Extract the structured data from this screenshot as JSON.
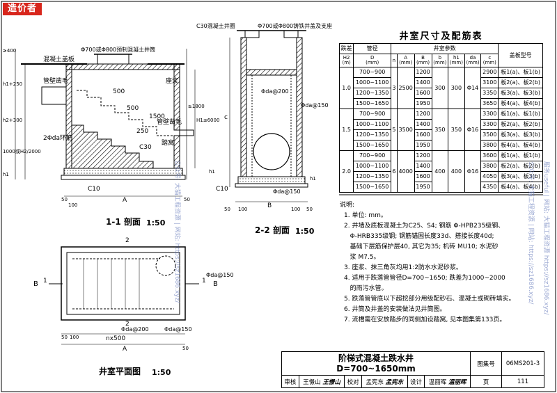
{
  "logo": "造价者",
  "sections": {
    "s11_title": "1-1 剖面",
    "s11_scale": "1:50",
    "s22_title": "2-2 剖面",
    "s22_scale": "1:50",
    "plan_title": "井室平面图",
    "plan_scale": "1:50"
  },
  "s11_labels": {
    "cover": "混凝土盖板",
    "pipe_label": "Φ700或Φ800预制混凝土井筒",
    "dim_400": "≥400",
    "dim_250": "h1+250",
    "dim_300": "h2+300",
    "dim_h2": "1000或H2/2000",
    "dim_h1": "h1",
    "dim_h1b": "≥1800",
    "dim_h1c": "H1≤6000",
    "dim_500a": "500",
    "dim_500b": "500",
    "dim_1500": "1500",
    "dim_250b": "250",
    "dim_c30": "C30",
    "inlet_pipe": "管壁凿毛",
    "outlet_pipe": "管壁凿毛",
    "seat": "座浆",
    "ring": "2Φda环筋",
    "base": "C10",
    "bottom_dim": "A",
    "dim_50": "50",
    "dim_100": "100",
    "dim_50b": "50",
    "dim_h1d": "h1",
    "paving": "踏窝"
  },
  "s22_labels": {
    "c30": "C30混凝土井圈",
    "frame": "Φ700或Φ800铸铁井盖及支座",
    "da200": "Φda@200",
    "da150": "Φda@150",
    "da150b": "Φda@150",
    "c_dim": "c",
    "c10": "C10",
    "b_dim": "B",
    "dim_50": "50",
    "dim_100": "100",
    "dim_100b": "100",
    "dim_50b": "50",
    "h1": "h1"
  },
  "plan_labels": {
    "label_1a": "1",
    "label_1b": "1",
    "label_2a": "2",
    "label_2b": "2",
    "b_left": "B",
    "b_right": "B",
    "da150": "Φda@150",
    "da200": "Φda@200",
    "da150b": "Φda@150",
    "dim_50": "50",
    "dim_100": "100",
    "dim_nx500": "nx500",
    "dim_a": "A",
    "dim_50b": "50"
  },
  "spec_table": {
    "title": "井室尺寸及配筋表",
    "headers": [
      "跌差",
      "管径",
      "井室参数",
      "盖板型号"
    ],
    "subheaders": [
      "H2\n(m)",
      "D\n(mm)",
      "n",
      "A\n(mm)",
      "B\n(mm)",
      "b\n(mm)",
      "h1\n(mm)",
      "da\n(mm)",
      "c\n(mm)"
    ],
    "groups": [
      {
        "h2": "1.0",
        "n": "3",
        "a": "2500",
        "b": "300",
        "h1": "300",
        "da": "Φ14",
        "rows": [
          {
            "d": "700~900",
            "bb": "1200",
            "c": "2900",
            "cover": "板1(a)、板1(b)"
          },
          {
            "d": "1000~1100",
            "bb": "1400",
            "c": "3100",
            "cover": "板2(a)、板2(b)"
          },
          {
            "d": "1200~1350",
            "bb": "1600",
            "c": "3350",
            "cover": "板3(a)、板3(b)"
          },
          {
            "d": "1500~1650",
            "bb": "1950",
            "c": "3650",
            "cover": "板4(a)、板4(b)"
          }
        ]
      },
      {
        "h2": "1.5",
        "n": "5",
        "a": "3500",
        "b": "350",
        "h1": "350",
        "da": "Φ16",
        "rows": [
          {
            "d": "700~900",
            "bb": "1200",
            "c": "3300",
            "cover": "板1(a)、板1(b)"
          },
          {
            "d": "1000~1100",
            "bb": "1400",
            "c": "3300",
            "cover": "板2(a)、板2(b)"
          },
          {
            "d": "1200~1350",
            "bb": "1600",
            "c": "3500",
            "cover": "板3(a)、板3(b)"
          },
          {
            "d": "1500~1650",
            "bb": "1950",
            "c": "3800",
            "cover": "板4(a)、板4(b)"
          }
        ]
      },
      {
        "h2": "2.0",
        "n": "6",
        "a": "4000",
        "b": "400",
        "h1": "400",
        "da": "Φ16",
        "rows": [
          {
            "d": "700~900",
            "bb": "1200",
            "c": "3600",
            "cover": "板1(a)、板1(b)"
          },
          {
            "d": "1000~1100",
            "bb": "1400",
            "c": "3800",
            "cover": "板2(a)、板2(b)"
          },
          {
            "d": "1200~1350",
            "bb": "1600",
            "c": "4050",
            "cover": "板3(a)、板3(b)"
          },
          {
            "d": "1500~1650",
            "bb": "1950",
            "c": "4350",
            "cover": "板4(a)、板4(b)"
          }
        ]
      }
    ]
  },
  "notes": {
    "heading": "说明:",
    "lines": [
      "1. 单位: mm。",
      "2. 井墙及底板混凝土为C25、S4; 钢筋 Φ-HPB235级钢、",
      "   Φ-HRB335级钢; 钢筋锚固长度33d、搭接长度40d;",
      "   基础下层筋保护层40, 其它为35; 机砖 MU10; 水泥砂",
      "   浆 M7.5。",
      "3. 座浆、抹三角灰均用1:2防水水泥砂浆。",
      "4. 适用于跌落管管径D=700~1650; 跌差为1000~2000",
      "   的雨污水管。",
      "5. 跌落管管底以下超挖部分用级配砂石、混凝土或砌砖填实。",
      "6. 井筒及井盖的安装做法见井筒图。",
      "7. 流槽需在安放踏步的同侧加设踏窝, 见本图集第133页。"
    ]
  },
  "title_block": {
    "drawing_title": "阶梯式混凝土跌水井",
    "drawing_subtitle": "D=700~1650mm",
    "atlas_label": "图集号",
    "atlas_no": "06MS201-3",
    "page_label": "页",
    "page_no": "111",
    "review_label": "审核",
    "reviewer": "王憬山",
    "reviewer_sign": "王憬山",
    "check_label": "校对",
    "checker": "孟宪东",
    "checker_sign": "孟宪东",
    "design_label": "设计",
    "designer": "温丽晖",
    "designer_sign": "温丽晖"
  },
  "watermarks": {
    "left": "公众号: 大猫工程资源 | 网站: https://sz1686.xyz/",
    "right": "公众号: 大猫工程资源 | 网站: https://sz1686.xyz/",
    "right2": "服务useful | 网站: 大猫工程资源 https://sz1686.xyz/"
  }
}
